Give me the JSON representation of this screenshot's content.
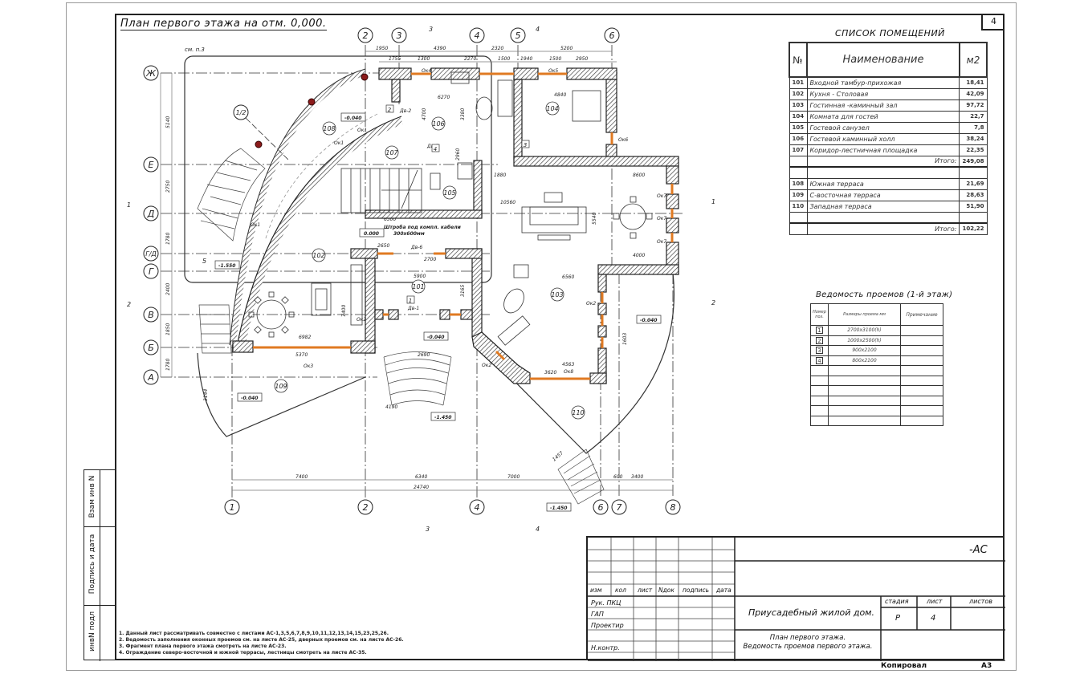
{
  "sheet_number": "4",
  "plan_title": "План первого этажа на отм. 0,000.",
  "see_note": "см. п.3",
  "axes": {
    "vertical_top": [
      "2",
      "3",
      "4",
      "5",
      "6"
    ],
    "vertical_bottom": [
      "1",
      "2",
      "4",
      "6",
      "7",
      "8"
    ],
    "horizontal": [
      "Ж",
      "Е",
      "Д",
      "Г/Д",
      "Г",
      "В",
      "Б",
      "А"
    ],
    "arc_axis": "1/2"
  },
  "dims_top_1": [
    "1950",
    "4390",
    "2320",
    "5200"
  ],
  "dims_top_2": [
    "1755",
    "1300",
    "2270",
    "1500",
    "1940",
    "1500",
    "2950"
  ],
  "dims_bottom_1": [
    "7400",
    "6340",
    "7000",
    "600",
    "3400"
  ],
  "dims_bottom_total": "24740",
  "dims_left": [
    "5140",
    "2750",
    "1780",
    "2400",
    "1850",
    "1780",
    "3144"
  ],
  "interior_dims": [
    "6270",
    "4840",
    "4700",
    "3380",
    "1880",
    "10560",
    "5540",
    "8600",
    "4000",
    "6560",
    "5900",
    "2650",
    "2700",
    "6982",
    "5370",
    "2690",
    "4190",
    "4563",
    "3620",
    "1457",
    "3165",
    "7400",
    "6300",
    "2960",
    "1603"
  ],
  "rooms": [
    "101",
    "102",
    "103",
    "104",
    "105",
    "106",
    "107",
    "108",
    "109",
    "110"
  ],
  "levels": [
    "-0.040",
    "0.000",
    "-1.550",
    "-0.040",
    "-0.040",
    "-0.040",
    "-1.450",
    "-1.450"
  ],
  "openings_marks": [
    "Ок1",
    "Ок2",
    "Ок3",
    "Ок4",
    "Ок5",
    "Ок6",
    "Ок7",
    "Ок8",
    "Дв-1",
    "Дв-2",
    "Дв-5",
    "Дв-6"
  ],
  "opening_tags": [
    "1",
    "2",
    "3",
    "4"
  ],
  "section_marks": [
    "3",
    "4",
    "1",
    "2",
    "5",
    "3",
    "4"
  ],
  "cable_note": [
    "Штроба под компл. кабели",
    "300x600мм"
  ],
  "room_list": {
    "title": "СПИСОК ПОМЕЩЕНИЙ",
    "headers": [
      "№",
      "Наименование",
      "м2"
    ],
    "group1": [
      {
        "no": "101",
        "name": "Входной тамбур-прихожая",
        "area": "18,41"
      },
      {
        "no": "102",
        "name": "Кухня - Столовая",
        "area": "42,09"
      },
      {
        "no": "103",
        "name": "Гостинная -каминный зал",
        "area": "97,72"
      },
      {
        "no": "104",
        "name": "Комната для гостей",
        "area": "22,7"
      },
      {
        "no": "105",
        "name": "Гостевой санузел",
        "area": "7,8"
      },
      {
        "no": "106",
        "name": "Гостевой каминный холл",
        "area": "38,24"
      },
      {
        "no": "107",
        "name": "Коридор-лестничная площадка",
        "area": "22,35"
      }
    ],
    "total1_label": "Итого:",
    "total1": "249,08",
    "group2": [
      {
        "no": "108",
        "name": "Южная терраса",
        "area": "21,69"
      },
      {
        "no": "109",
        "name": "С-восточная терраса",
        "area": "28,63"
      },
      {
        "no": "110",
        "name": "Западная терраса",
        "area": "51,90"
      }
    ],
    "total2_label": "Итого:",
    "total2": "102,22"
  },
  "openings_table": {
    "title": "Ведомость проемов (1-й этаж)",
    "headers": [
      "Номер поз.",
      "Размеры проема мм",
      "Примечание"
    ],
    "rows": [
      {
        "pos": "1",
        "size": "2700x3100(h)"
      },
      {
        "pos": "2",
        "size": "1000x2500(h)"
      },
      {
        "pos": "3",
        "size": "900x2100"
      },
      {
        "pos": "4",
        "size": "800x2100"
      }
    ]
  },
  "title_block": {
    "code": "-АС",
    "col_headers": [
      "изм",
      "кол",
      "лист",
      "Nдок",
      "подпись",
      "дата"
    ],
    "roles": [
      "Рук. ПКЦ",
      "ГАП",
      "Проектир",
      "Н.контр."
    ],
    "project": "Приусадебный жилой дом.",
    "stage_label": "стадия",
    "sheet_label": "лист",
    "sheets_label": "листов",
    "stage": "Р",
    "sheet": "4",
    "description": [
      "План первого этажа.",
      "Ведомость проемов первого этажа."
    ],
    "copied": "Копировал",
    "format": "А3"
  },
  "stamp": [
    "Взам инв N",
    "Подпись и дата",
    "инвN подл"
  ],
  "notes": [
    "1. Данный лист рассматривать совместно с листами АС-1,3,5,6,7,8,9,10,11,12,13,14,15,23,25,26.",
    "2. Ведомость заполнения оконных проемов см. на листе АС-25, дверных проемов см. на листе АС-26.",
    "3. Фрагмент плана первого этажа смотреть на листе АС-23.",
    "4. Ограждение северо-восточной и южной террасы, лестницы смотреть на листе АС-35."
  ]
}
